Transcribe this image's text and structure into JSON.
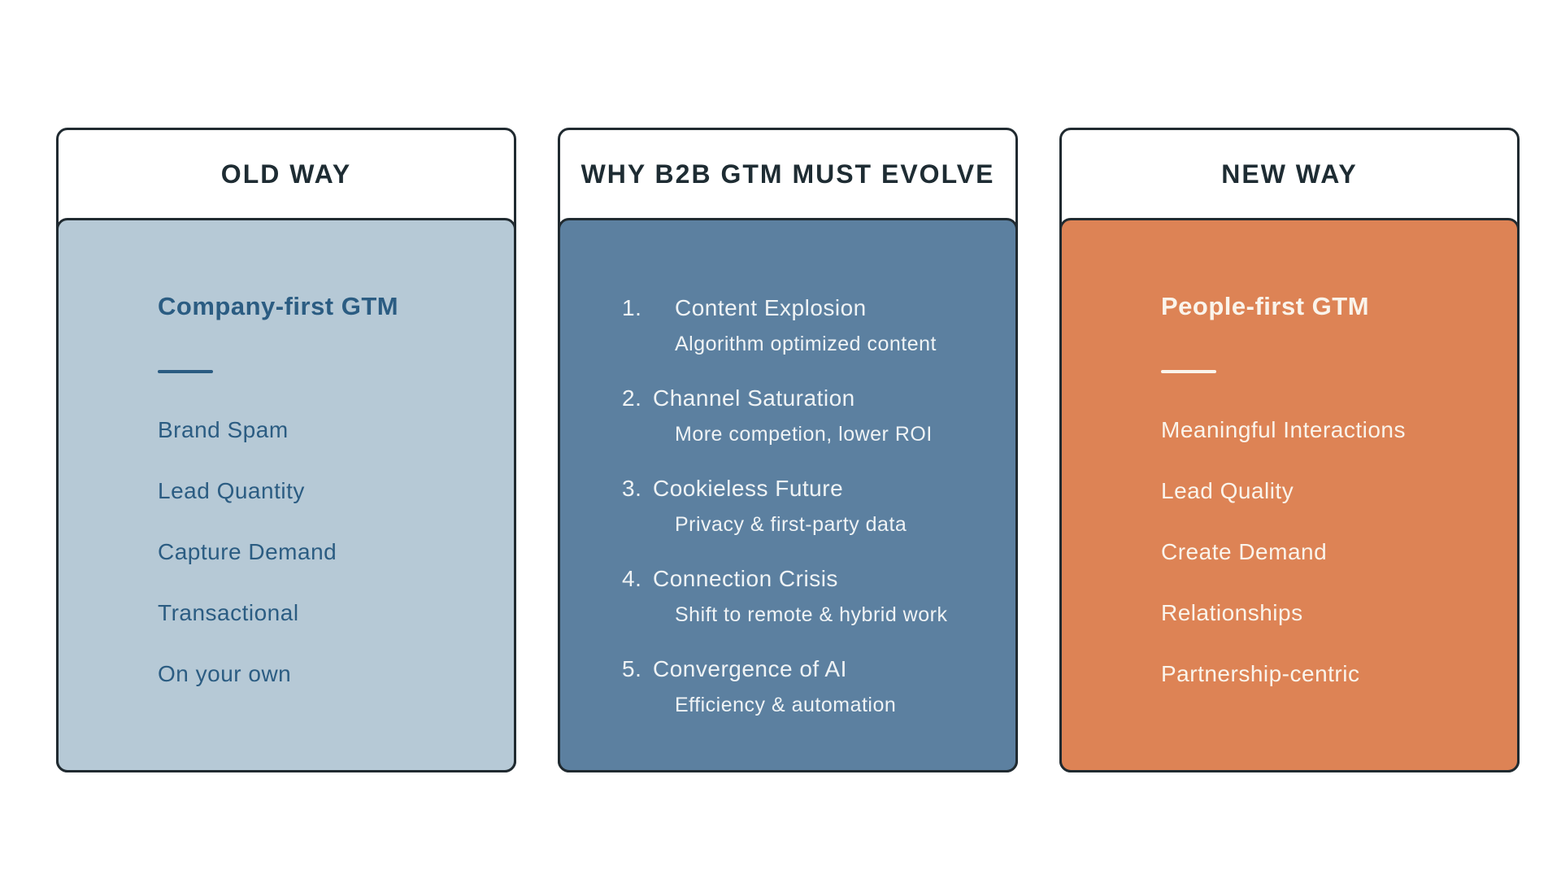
{
  "colors": {
    "page_background": "#ffffff",
    "card_border": "#202a30",
    "header_text": "#1e2c33",
    "old_way_body_bg": "#b6c9d6",
    "old_way_text": "#2b5c82",
    "why_body_bg": "#5c80a0",
    "why_text": "#eff3f5",
    "new_way_body_bg": "#dd8355",
    "new_way_text": "#faf4eb"
  },
  "cards": [
    {
      "header": "OLD WAY",
      "title": "Company-first GTM",
      "items": [
        "Brand Spam",
        "Lead Quantity",
        "Capture Demand",
        "Transactional",
        "On your own"
      ]
    },
    {
      "header": "WHY B2B GTM MUST EVOLVE",
      "numbered_items": [
        {
          "num": "1.",
          "title": "Content Explosion",
          "detail": "Algorithm optimized content"
        },
        {
          "num": "2.",
          "title": "Channel Saturation",
          "detail": "More competion, lower ROI"
        },
        {
          "num": "3.",
          "title": "Cookieless Future",
          "detail": "Privacy & first-party data"
        },
        {
          "num": "4.",
          "title": "Connection Crisis",
          "detail": "Shift to remote & hybrid work"
        },
        {
          "num": "5.",
          "title": "Convergence of AI",
          "detail": "Efficiency & automation"
        }
      ]
    },
    {
      "header": "NEW WAY",
      "title": "People-first GTM",
      "items": [
        "Meaningful Interactions",
        "Lead Quality",
        "Create Demand",
        "Relationships",
        "Partnership-centric"
      ]
    }
  ]
}
